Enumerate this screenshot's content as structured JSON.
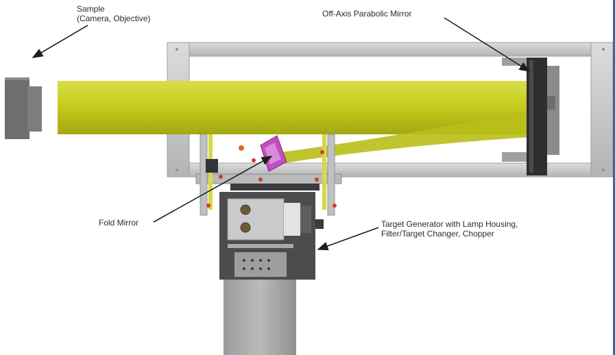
{
  "labels": {
    "sample": [
      "Sample",
      "(Camera, Objective)"
    ],
    "off_axis_mirror": [
      "Off-Axis Parabolic Mirror"
    ],
    "fold_mirror": [
      "Fold Mirror"
    ],
    "target_generator": [
      "Target Generator with Lamp Housing,",
      "Filter/Target Changer, Chopper"
    ]
  },
  "colors": {
    "beam": "#c9cf1e",
    "frame": "#c8c9c8",
    "frame_dark": "#8e8f90",
    "sample": "#6d6e70",
    "mirror": "#2d2e30",
    "fold_mirror": "#c04fc2",
    "edge_line": "#2f6f93"
  }
}
